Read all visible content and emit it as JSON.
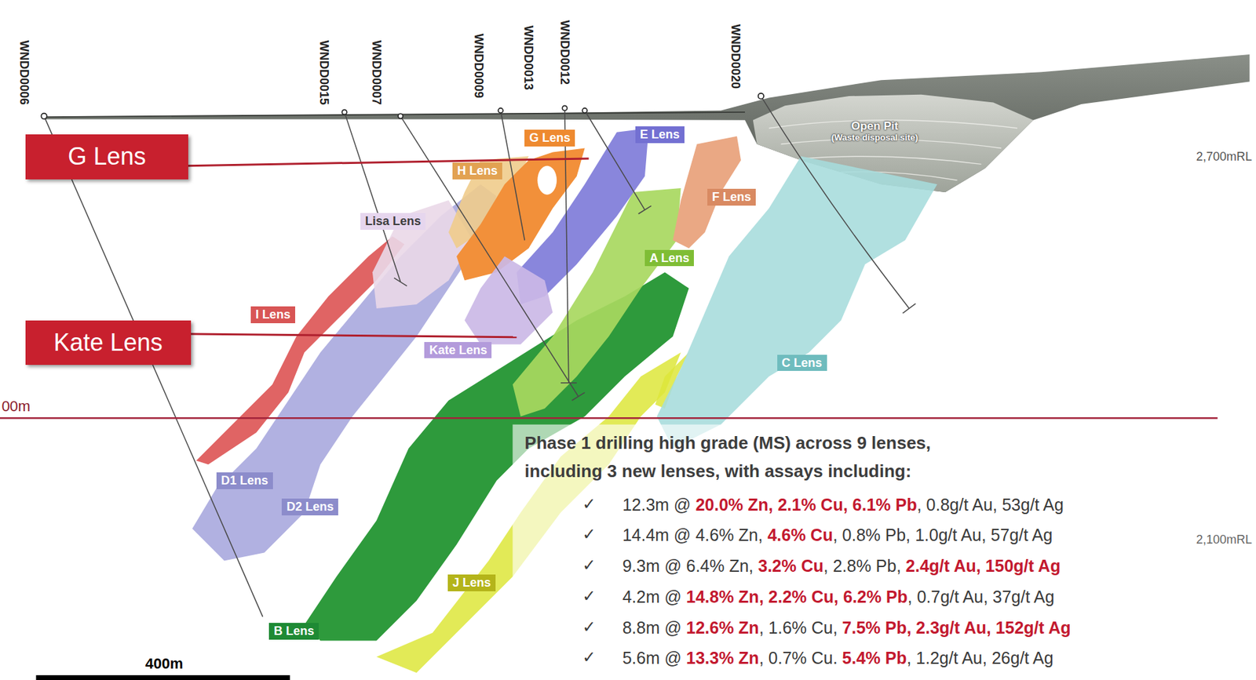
{
  "diagram": {
    "nodes": [
      {
        "text": [
          "G Lens"
        ]
      },
      {
        "text": [
          "Kate Lens"
        ]
      },
      {
        "text": [
          "G Lens"
        ]
      },
      {
        "text": [
          "E Lens"
        ]
      },
      {
        "text": [
          "H Lens"
        ]
      },
      {
        "text": [
          "F Lens"
        ]
      },
      {
        "text": [
          "Lisa Lens"
        ]
      },
      {
        "text": [
          "A Lens"
        ]
      },
      {
        "text": [
          "I Lens"
        ]
      },
      {
        "text": [
          "Kate Lens"
        ]
      },
      {
        "text": [
          "C Lens"
        ]
      },
      {
        "text": [
          "D1 Lens"
        ]
      },
      {
        "text": [
          "D2 Lens"
        ]
      },
      {
        "text": [
          "J Lens"
        ]
      },
      {
        "text": [
          "B Lens"
        ]
      }
    ],
    "labels": [
      "WNDD0006",
      "WNDD0015",
      "WNDD0007",
      "WNDD0009",
      "WNDD0013",
      "WNDD0012",
      "WNDD0020",
      "Open Pit",
      "(Waste disposal site)",
      "2,700mRL",
      "00m",
      "Phase 1 drilling high grade (MS) across 9 lenses,",
      "including 3 new lenses, with assays including:",
      "✓",
      "12.3m @ 20.0% Zn, 2.1% Cu, 6.1% Pb, 0.8g/t Au, 53g/t Ag",
      "✓",
      "14.4m @ 4.6% Zn, 4.6% Cu, 0.8% Pb, 1.0g/t Au, 57g/t Ag",
      "✓",
      "9.3m @ 6.4% Zn, 3.2% Cu, 2.8% Pb, 2.4g/t Au, 150g/t Ag",
      "✓",
      "4.2m @ 14.8% Zn, 2.2% Cu, 6.2% Pb, 0.7g/t Au, 37g/t Ag",
      "✓",
      "8.8m @ 12.6% Zn, 1.6% Cu, 7.5% Pb, 2.3g/t Au, 152g/t Ag",
      "✓",
      "5.6m @ 13.3% Zn, 0.7% Cu. 5.4% Pb, 1.2g/t Au, 26g/t Ag",
      "2,100mRL",
      "400m"
    ]
  }
}
